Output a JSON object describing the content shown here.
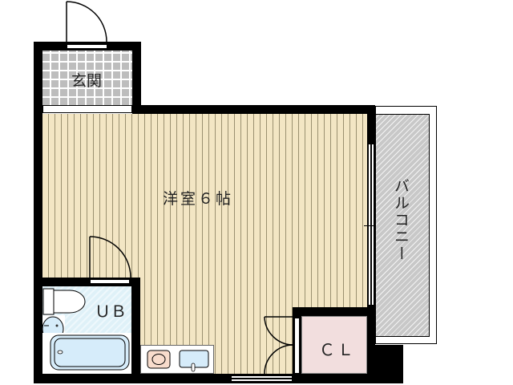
{
  "floorplan": {
    "rooms": {
      "entrance": {
        "label": "玄関"
      },
      "western_room": {
        "label": "洋室６帖",
        "size_jo": 6
      },
      "unit_bath": {
        "label": "ＵＢ"
      },
      "closet": {
        "label": "ＣＬ"
      },
      "balcony": {
        "label": "バルコニー"
      }
    },
    "fixtures": [
      "entry-door",
      "toilet",
      "wash-basin",
      "bathtub",
      "stove",
      "kitchen-sink",
      "closet-double-door",
      "bath-door",
      "balcony-window",
      "south-window"
    ],
    "colors": {
      "wall": "#000000",
      "wood_floor": "#f3e6c4",
      "entrance_tile": "#bdbdbd",
      "bath_floor": "#dff1f8",
      "closet_floor": "#f2dede",
      "balcony": "#c8c8c8",
      "fixture_blue": "#d6ecfa",
      "stove": "#f8dccc"
    }
  }
}
